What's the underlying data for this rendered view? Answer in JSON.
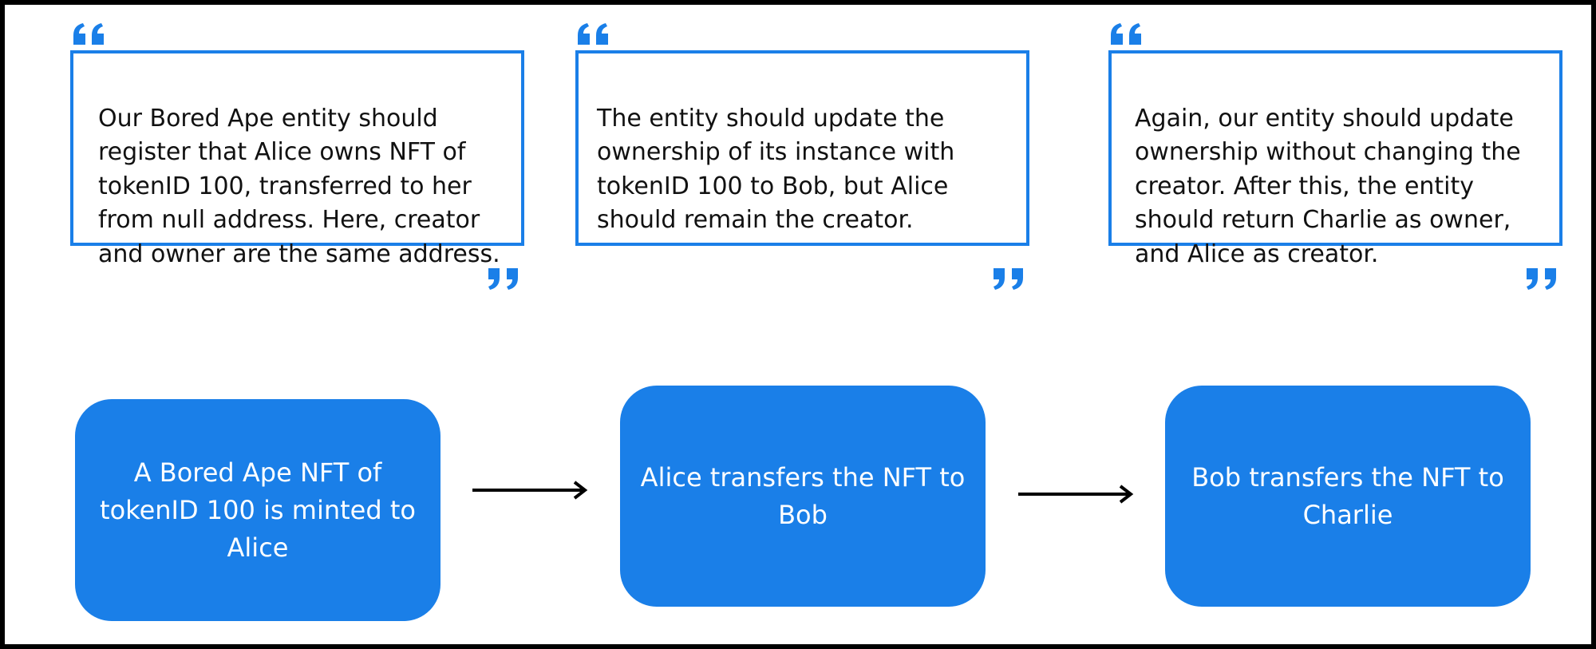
{
  "colors": {
    "accent": "#1a7fe8",
    "text": "#111111",
    "box_text": "#ffffff",
    "frame": "#000000"
  },
  "quotes": [
    {
      "text": "Our Bored Ape entity should\nregister that Alice owns NFT of\ntokenID 100, transferred to her\nfrom null address. Here, creator\nand owner are the same address."
    },
    {
      "text": "The entity should update the\nownership of its instance with\ntokenID 100 to Bob, but Alice\nshould remain the creator."
    },
    {
      "text": "Again, our entity should update\nownership without changing the\ncreator. After this, the entity\nshould return Charlie as owner,\nand Alice as creator."
    }
  ],
  "steps": [
    {
      "label": "A Bored Ape NFT of\ntokenID 100 is minted to\nAlice"
    },
    {
      "label": "Alice transfers the NFT to\nBob"
    },
    {
      "label": "Bob transfers the NFT to\nCharlie"
    }
  ],
  "icons": {
    "open_quote": "open-quote-icon",
    "close_quote": "close-quote-icon",
    "arrow": "right-arrow-icon"
  }
}
